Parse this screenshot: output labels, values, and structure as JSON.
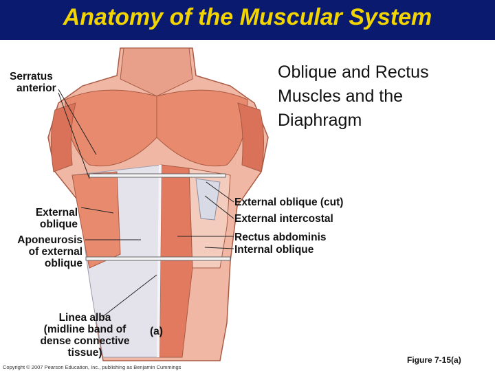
{
  "title": "Anatomy of the Muscular System",
  "heading_lines": [
    "Oblique and Rectus",
    "Muscles and the",
    "Diaphragm"
  ],
  "labels": {
    "serratus_anterior": [
      "Serratus",
      "anterior"
    ],
    "external_oblique": [
      "External",
      "oblique"
    ],
    "aponeurosis": [
      "Aponeurosis",
      "of external",
      "oblique"
    ],
    "linea_alba": [
      "Linea alba",
      "(midline band of",
      "dense connective",
      "tissue)"
    ],
    "external_oblique_cut": "External oblique (cut)",
    "external_intercostal": "External intercostal",
    "rectus_abdominis": "Rectus abdominis",
    "internal_oblique": "Internal oblique",
    "panel": "(a)"
  },
  "copyright": "Copyright © 2007 Pearson Education, Inc., publishing as Benjamin Cummings",
  "figure_number": "Figure 7-15(a)",
  "colors": {
    "title_bar": "#0a1a6e",
    "title_text": "#f2d500",
    "muscle": "#e88a6e",
    "muscle_dark": "#c9624a",
    "fascia": "#e6e6ee"
  }
}
